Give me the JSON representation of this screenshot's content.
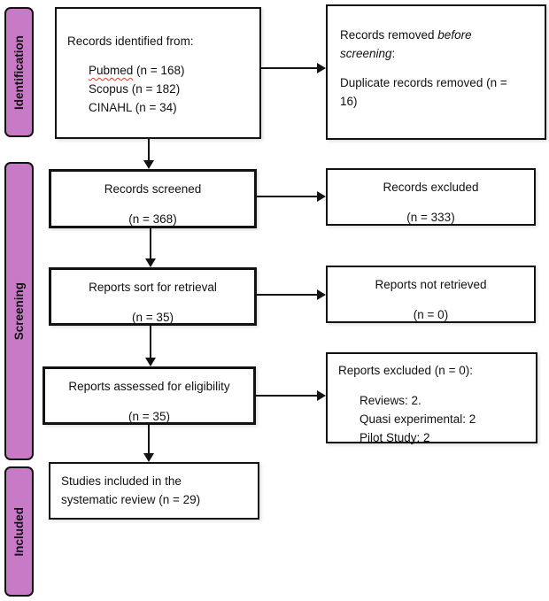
{
  "colors": {
    "stage_fill": "#C77BC7",
    "line": "#121212",
    "spellcheck_underline": "#DD3B2A"
  },
  "stages": {
    "identification": "Identification",
    "screening": "Screening",
    "included": "Included"
  },
  "boxes": {
    "records_identified": {
      "intro": "Records identified from:",
      "pubmed_name": "Pubmed",
      "pubmed_count": " (n = 168)",
      "scopus": "Scopus (n = 182)",
      "cinahl": "CINAHL (n = 34)"
    },
    "records_removed": {
      "line1_prefix": "Records removed ",
      "line1_italic": "before",
      "line2_italic": "screening",
      "line2_suffix": ":",
      "detail_line1": "Duplicate records removed (n =",
      "detail_line2": "16)"
    },
    "records_screened": {
      "title": "Records screened",
      "count": "(n = 368)"
    },
    "records_excluded": {
      "title": "Records excluded",
      "count": "(n = 333)"
    },
    "reports_retrieval": {
      "title": "Reports sort for retrieval",
      "count": "(n = 35)"
    },
    "reports_not_retrieved": {
      "title": "Reports not retrieved",
      "count": "(n = 0)"
    },
    "reports_assessed": {
      "title": "Reports assessed for eligibility",
      "count": "(n = 35)"
    },
    "reports_excluded": {
      "intro": "Reports excluded (n = 0):",
      "items": [
        "Reviews: 2.",
        "Quasi experimental: 2",
        "Pilot Study: 2"
      ]
    },
    "studies_included": {
      "text": "Studies included in the systematic review (n = 29)"
    }
  }
}
